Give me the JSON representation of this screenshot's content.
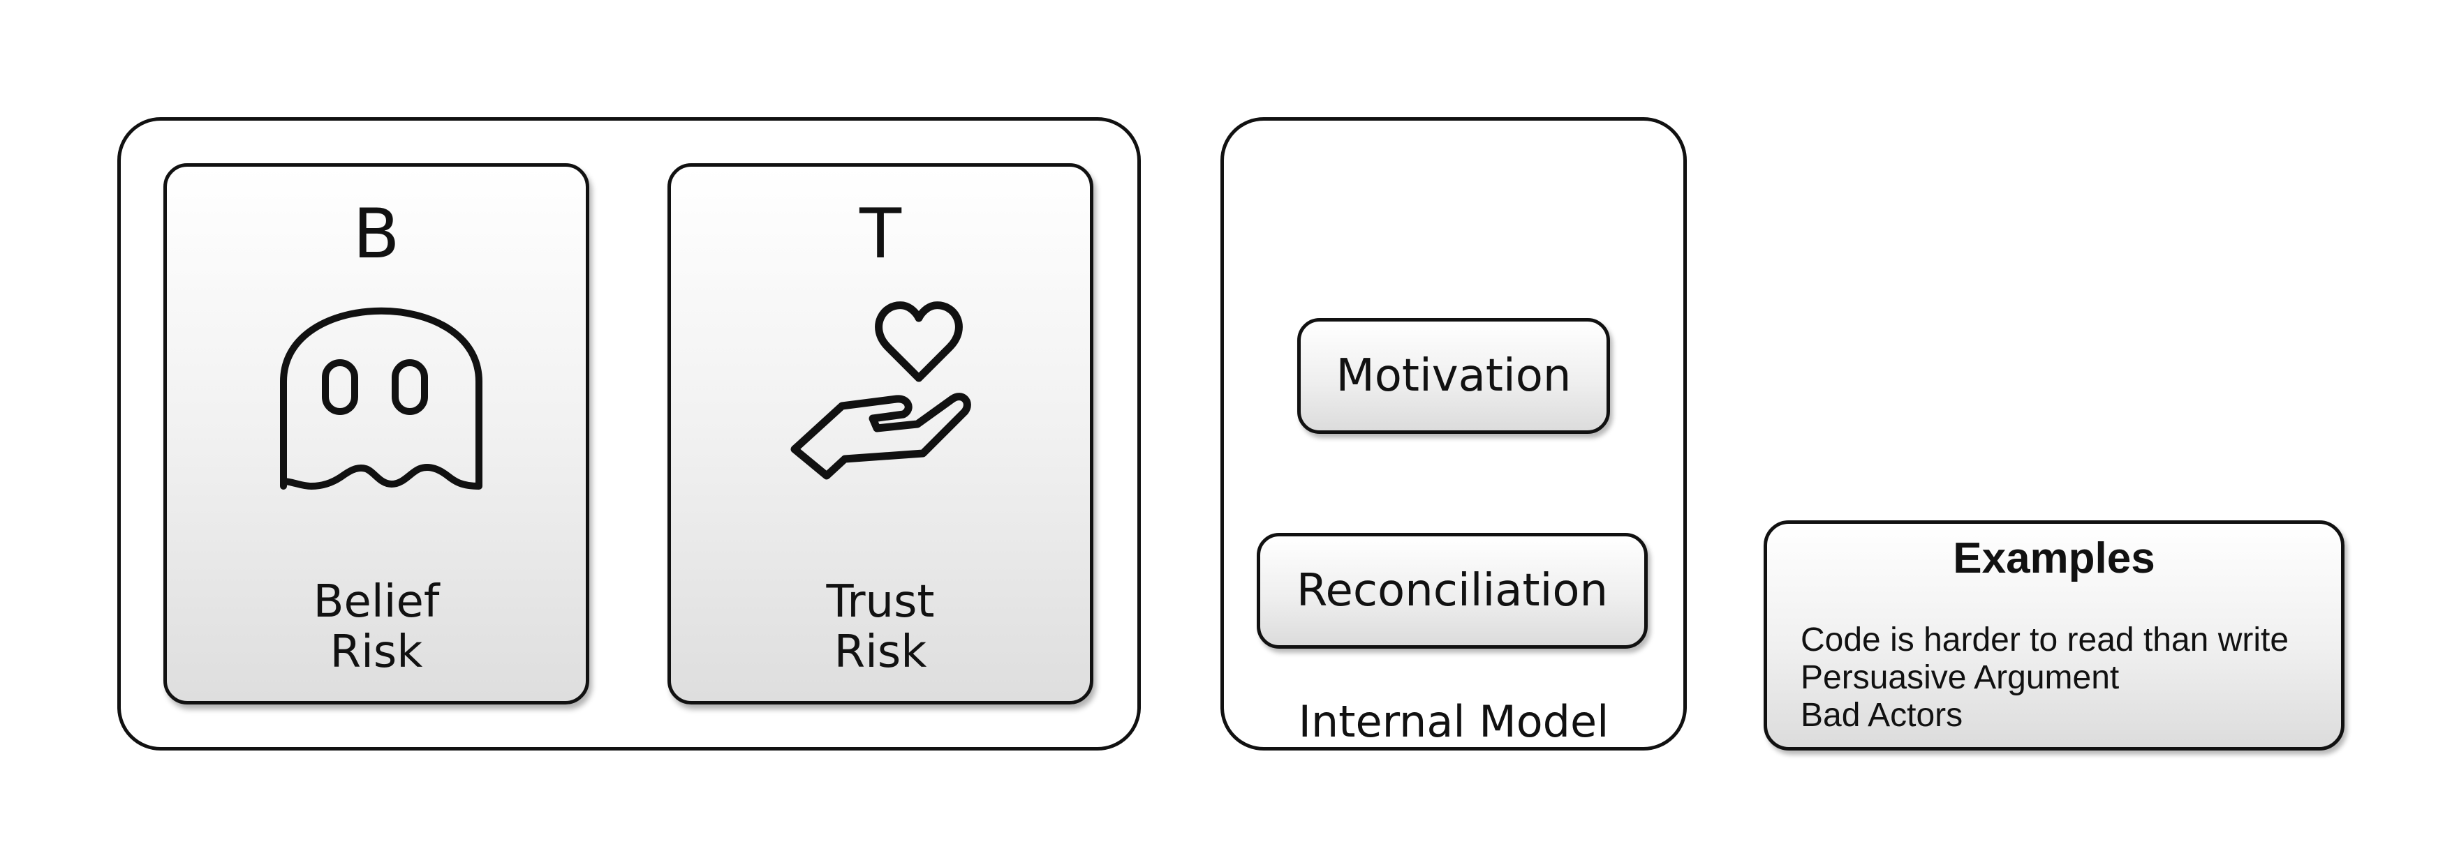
{
  "risk_cards": [
    {
      "letter": "B",
      "label_line1": "Belief",
      "label_line2": "Risk",
      "icon": "ghost-icon"
    },
    {
      "letter": "T",
      "label_line1": "Trust",
      "label_line2": "Risk",
      "icon": "hand-heart-icon"
    }
  ],
  "internal_model": {
    "caption": "Internal Model",
    "items": [
      "Motivation",
      "Reconciliation"
    ]
  },
  "examples": {
    "title": "Examples",
    "items": [
      "Code is harder to read than write",
      "Persuasive Argument",
      "Bad Actors"
    ]
  },
  "colors": {
    "stroke": "#111111",
    "background": "#ffffff",
    "gradient_bottom": "#dedede"
  }
}
